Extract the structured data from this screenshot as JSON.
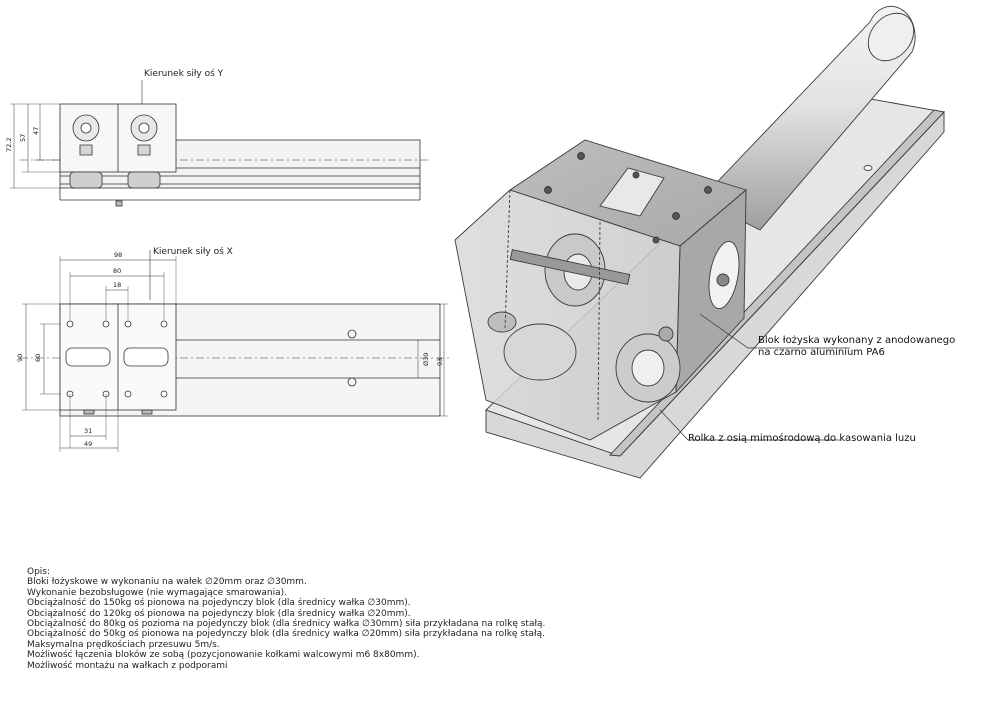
{
  "labels": {
    "force_y": "Kierunek siły oś Y",
    "force_x": "Kierunek siły oś X",
    "block_callout_line1": "Blok łożyska wykonany z anodowanego",
    "block_callout_line2": "na czarno aluminium PA6",
    "roller_callout": "Rolka z osią mimośrodową do kasowania luzu"
  },
  "dimensions": {
    "side_view": [
      "72,2",
      "57",
      "47"
    ],
    "top_view": [
      "98",
      "80",
      "18",
      "90",
      "60",
      "Ø30",
      "93",
      "31",
      "49"
    ]
  },
  "notes": {
    "title": "Opis:",
    "lines": [
      "Bloki łożyskowe w wykonaniu na wałek  ∅20mm oraz  ∅30mm.",
      "Wykonanie bezobsługowe (nie wymagające smarowania).",
      "Obciążalność do 150kg oś pionowa na pojedynczy blok (dla średnicy wałka  ∅30mm).",
      "Obciążalność do 120kg oś pionowa na pojedynczy blok (dla średnicy wałka  ∅20mm).",
      "Obciążalność do 80kg oś pozioma na pojedynczy blok (dla średnicy wałka  ∅30mm) siła przykładana na rolkę stałą.",
      "Obciążalność do 50kg oś pionowa na pojedynczy blok (dla średnicy wałka  ∅20mm) siła przykładana na rolkę stałą.",
      "Maksymalna prędkościach przesuwu 5m/s.",
      "Możliwość łączenia bloków ze sobą (pozycjonowanie kołkami walcowymi m6 8x80mm).",
      "Możliwość montażu na wałkach z podporami"
    ]
  },
  "colors": {
    "line": "#333333",
    "part_fill": "#cfcfcf",
    "rail_fill": "#d9d9d9",
    "shaft_fill": "#e6e6e6"
  }
}
